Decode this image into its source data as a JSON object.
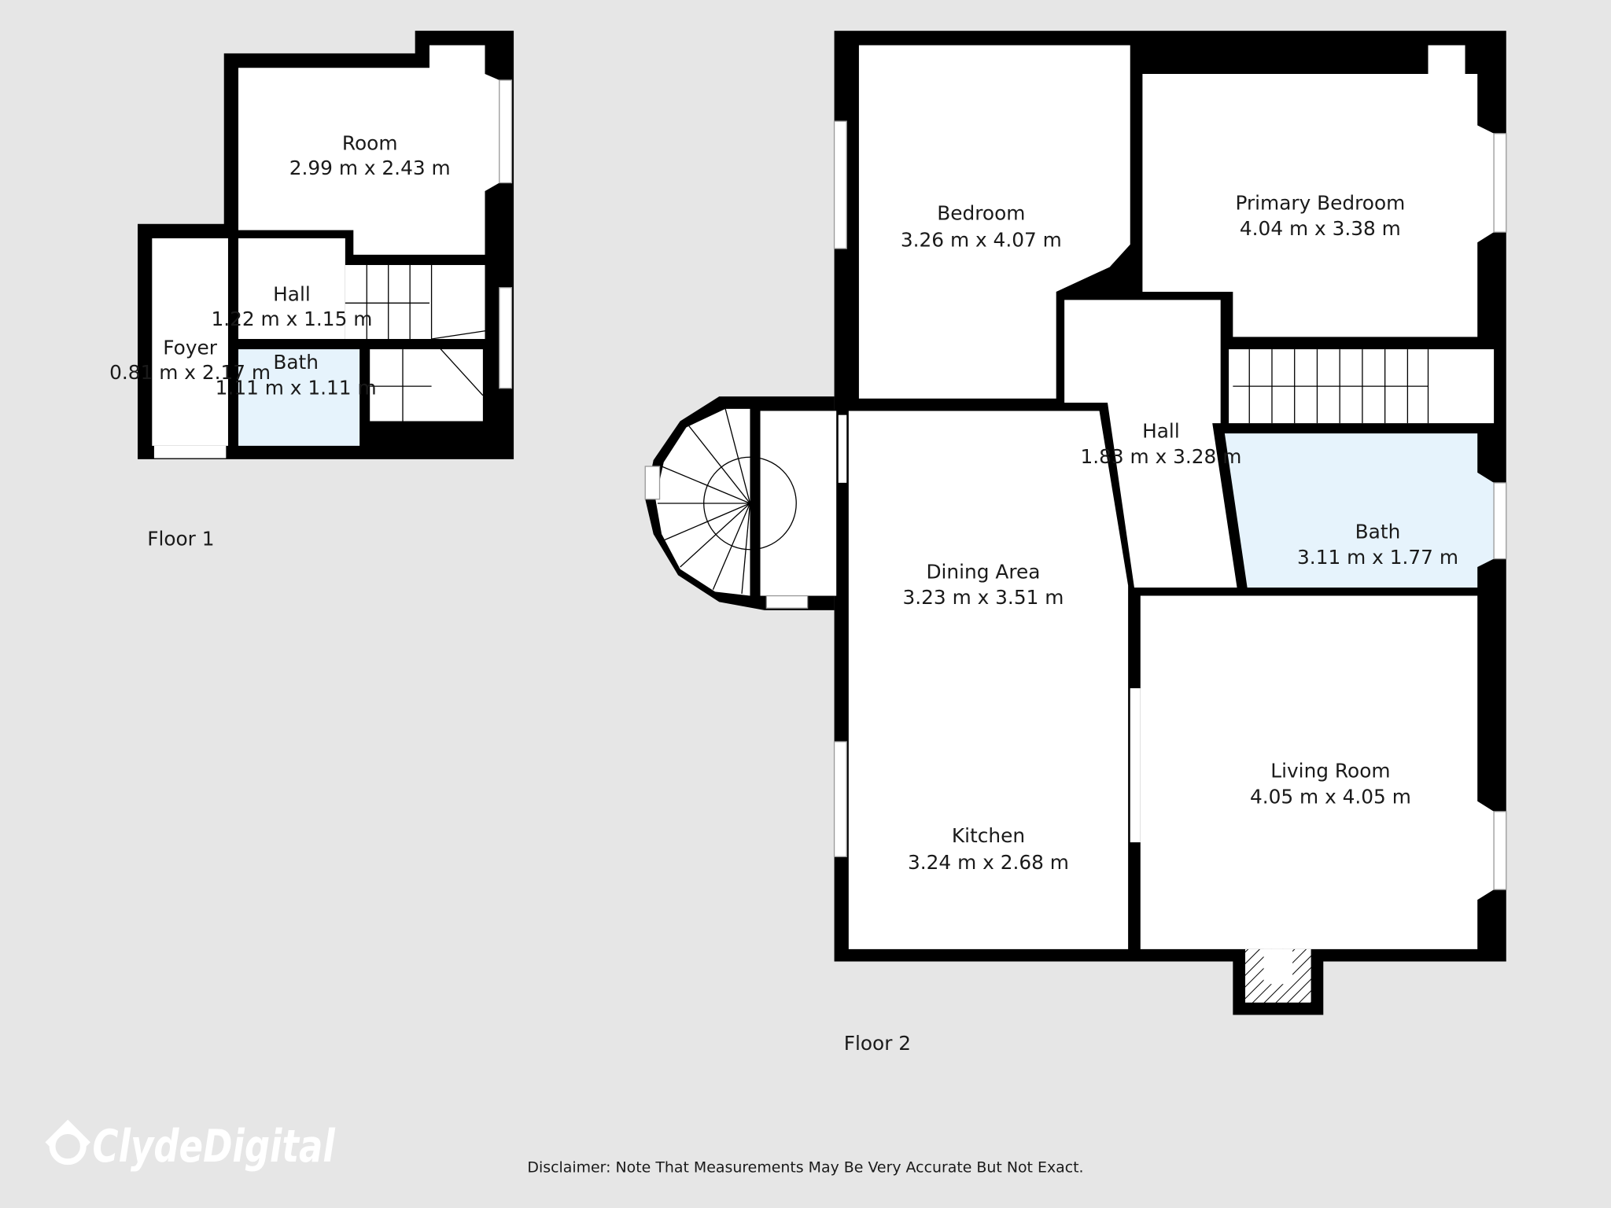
{
  "floors": [
    {
      "label": "Floor 1",
      "rooms": [
        {
          "name": "Room",
          "dims": "2.99 m x 2.43 m"
        },
        {
          "name": "Hall",
          "dims": "1.22 m x 1.15 m"
        },
        {
          "name": "Foyer",
          "dims": "0.81 m x 2.17 m"
        },
        {
          "name": "Bath",
          "dims": "1.11 m x 1.11 m"
        }
      ]
    },
    {
      "label": "Floor 2",
      "rooms": [
        {
          "name": "Bedroom",
          "dims": "3.26 m x 4.07 m"
        },
        {
          "name": "Primary Bedroom",
          "dims": "4.04 m x 3.38 m"
        },
        {
          "name": "Hall",
          "dims": "1.83 m x 3.28 m"
        },
        {
          "name": "Bath",
          "dims": "3.11 m x 1.77 m"
        },
        {
          "name": "Dining Area",
          "dims": "3.23 m x 3.51 m"
        },
        {
          "name": "Living Room",
          "dims": "4.05 m x 4.05 m"
        },
        {
          "name": "Kitchen",
          "dims": "3.24 m x 2.68 m"
        }
      ]
    }
  ],
  "logo": "ClydeDigital",
  "disclaimer": "Disclaimer: Note That Measurements May Be Very Accurate But Not Exact.",
  "colors": {
    "background": "#e6e6e6",
    "walls": "#000000",
    "bath_fill": "#e6f3fc",
    "room_fill": "#ffffff"
  }
}
